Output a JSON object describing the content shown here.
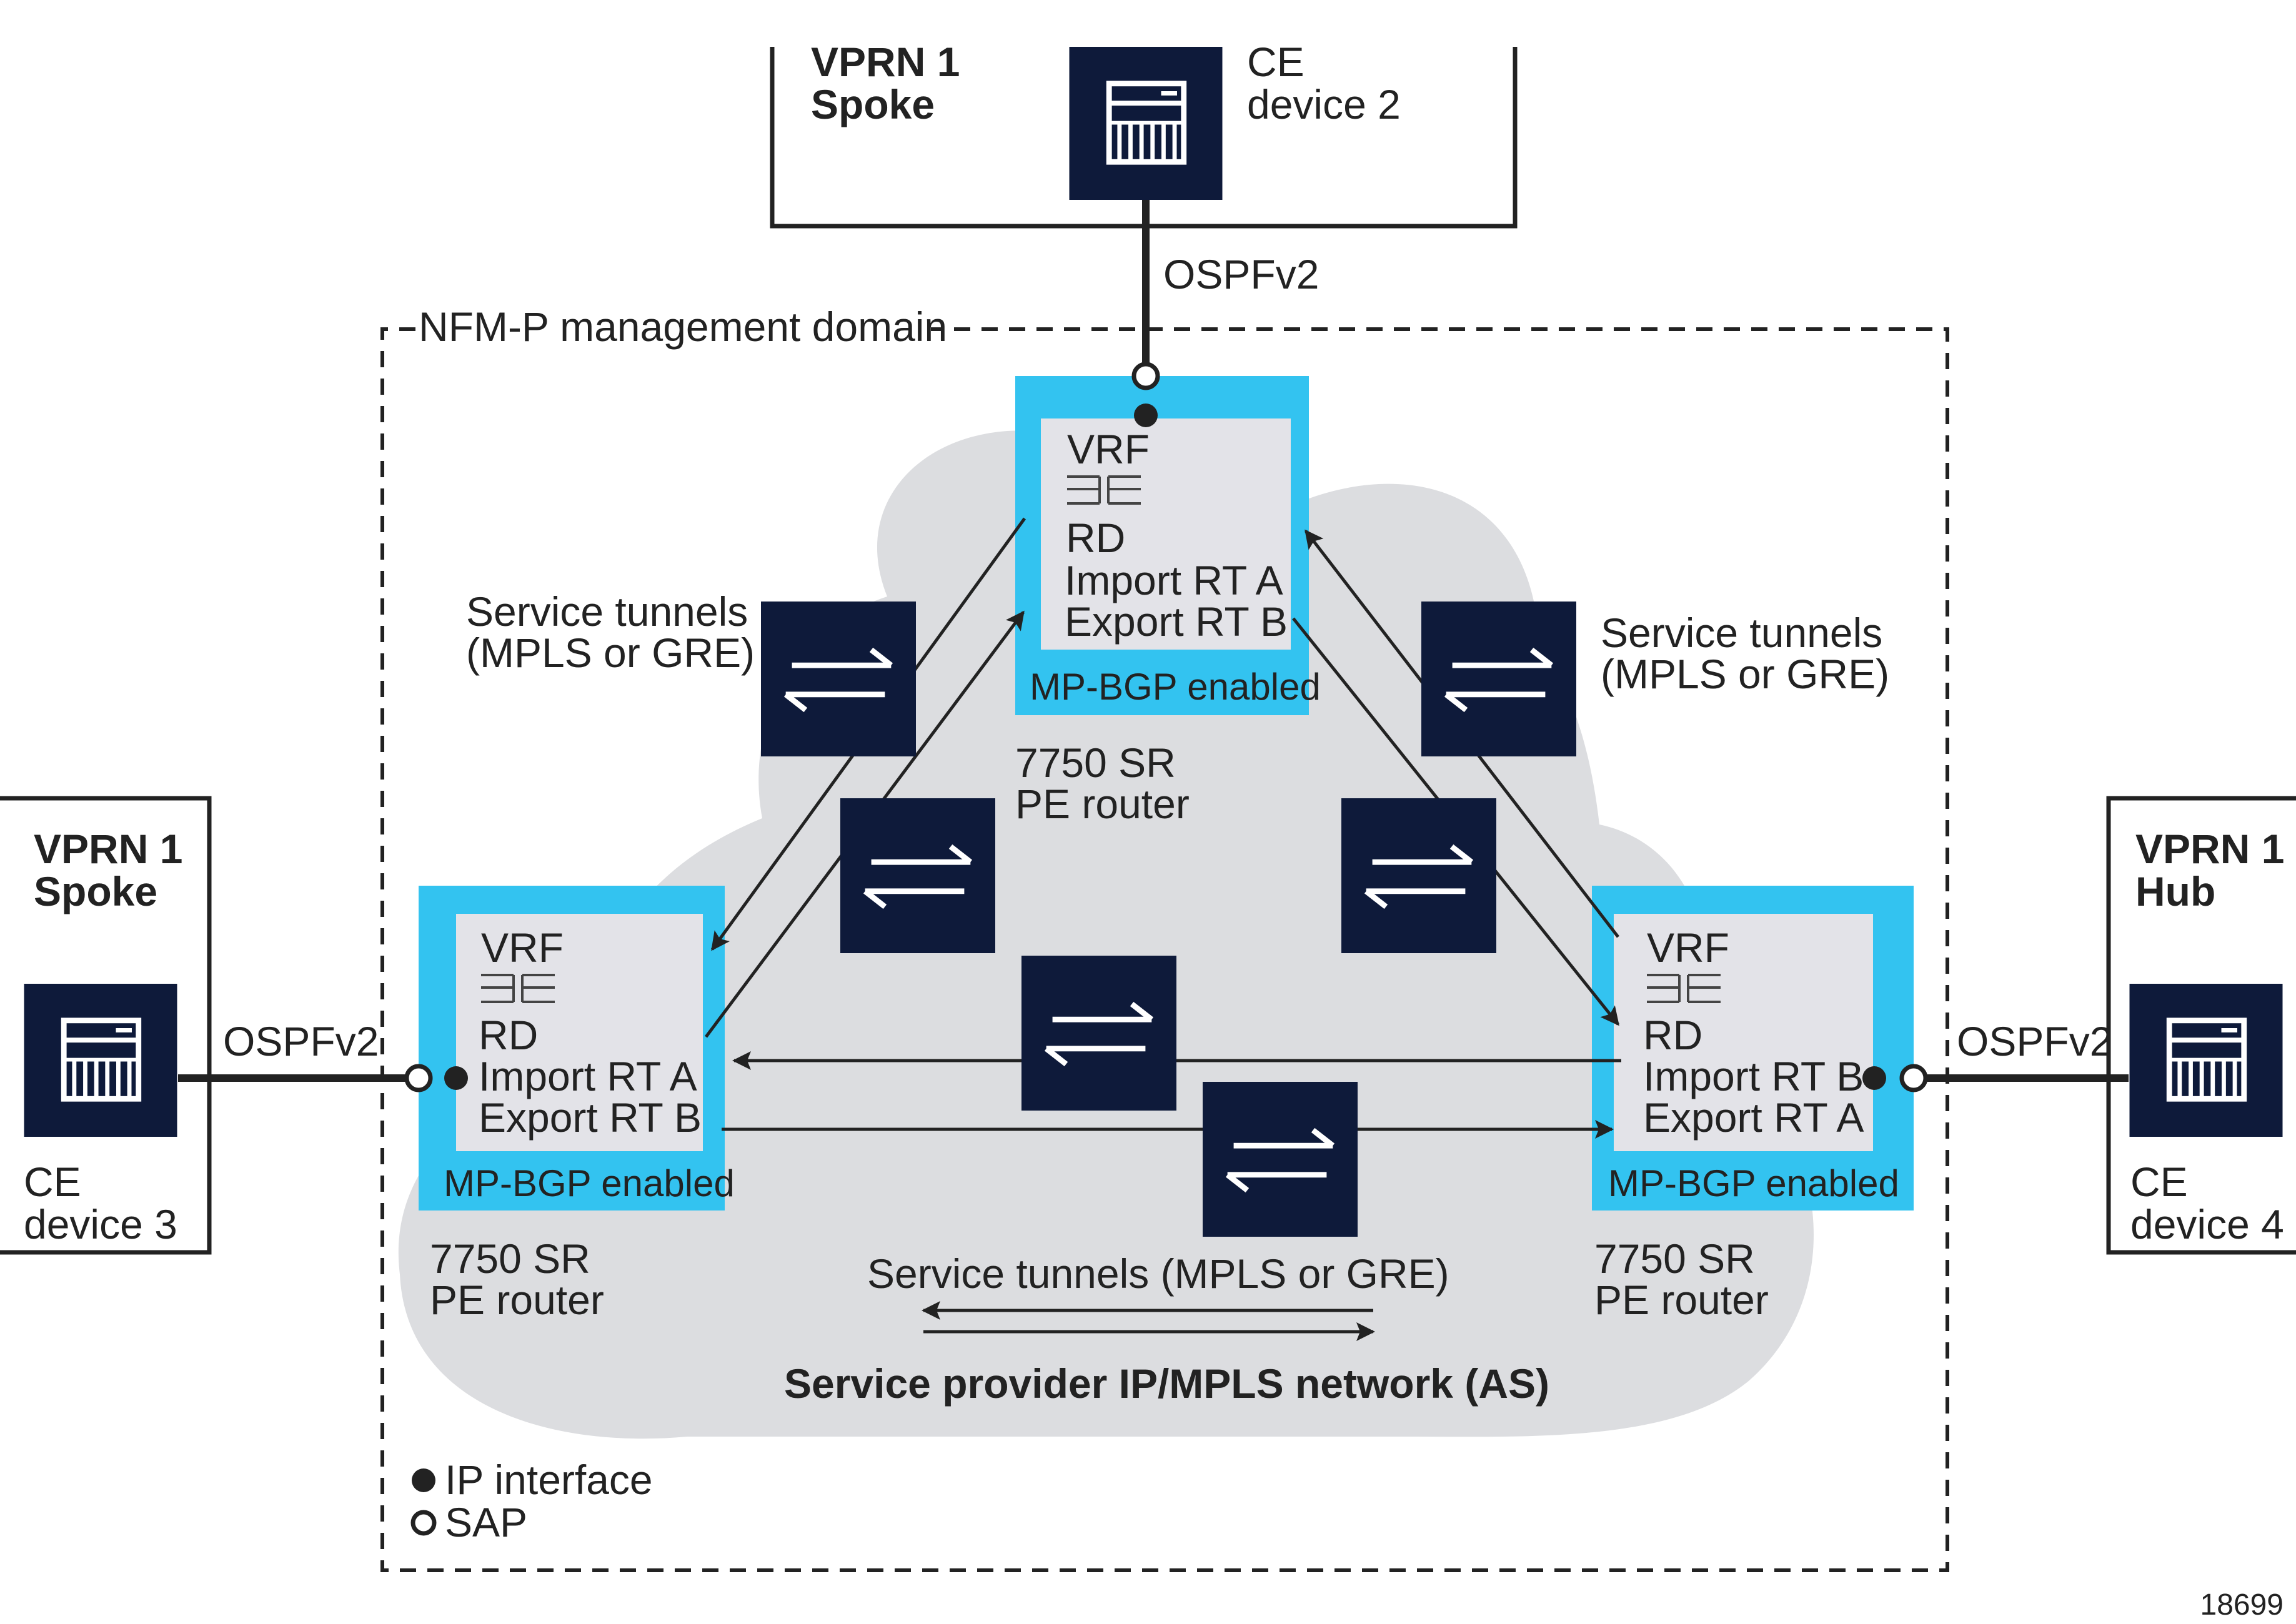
{
  "colors": {
    "navy": "#0e1a3a",
    "cyan": "#33c3f0",
    "vrf_fill": "#e3e3e8",
    "cloud": "#dcdde0",
    "line": "#222222"
  },
  "domain_label": "NFM-P management domain",
  "network_label": "Service provider IP/MPLS network (AS)",
  "figure_id": "18699",
  "legend": {
    "ip_interface": "IP interface",
    "sap": "SAP"
  },
  "sites": {
    "top": {
      "vprn_line1": "VPRN 1",
      "vprn_line2": "Spoke",
      "ce_line1": "CE",
      "ce_line2": "device 2",
      "protocol": "OSPFv2"
    },
    "left": {
      "vprn_line1": "VPRN 1",
      "vprn_line2": "Spoke",
      "ce_line1": "CE",
      "ce_line2": "device 3",
      "protocol": "OSPFv2"
    },
    "right": {
      "vprn_line1": "VPRN 1",
      "vprn_line2": "Hub",
      "ce_line1": "CE",
      "ce_line2": "device 4",
      "protocol": "OSPFv2"
    }
  },
  "pe_routers": {
    "top": {
      "vrf": "VRF",
      "rd": "RD",
      "import_rt": "Import RT A",
      "export_rt": "Export RT B",
      "mp_bgp": "MP-BGP enabled",
      "model_line1": "7750 SR",
      "model_line2": "PE router"
    },
    "left": {
      "vrf": "VRF",
      "rd": "RD",
      "import_rt": "Import RT A",
      "export_rt": "Export RT B",
      "mp_bgp": "MP-BGP enabled",
      "model_line1": "7750 SR",
      "model_line2": "PE router"
    },
    "right": {
      "vrf": "VRF",
      "rd": "RD",
      "import_rt": "Import RT B",
      "export_rt": "Export RT A",
      "mp_bgp": "MP-BGP enabled",
      "model_line1": "7750 SR",
      "model_line2": "PE router"
    }
  },
  "tunnel_labels": {
    "left_line1": "Service tunnels",
    "left_line2": "(MPLS or GRE)",
    "right_line1": "Service tunnels",
    "right_line2": "(MPLS or GRE)",
    "bottom": "Service tunnels (MPLS or GRE)"
  },
  "icons": {
    "ce_device": "ce-device-icon",
    "tunnel": "bidirectional-arrows-icon",
    "vrf_table": "vrf-table-icon"
  }
}
